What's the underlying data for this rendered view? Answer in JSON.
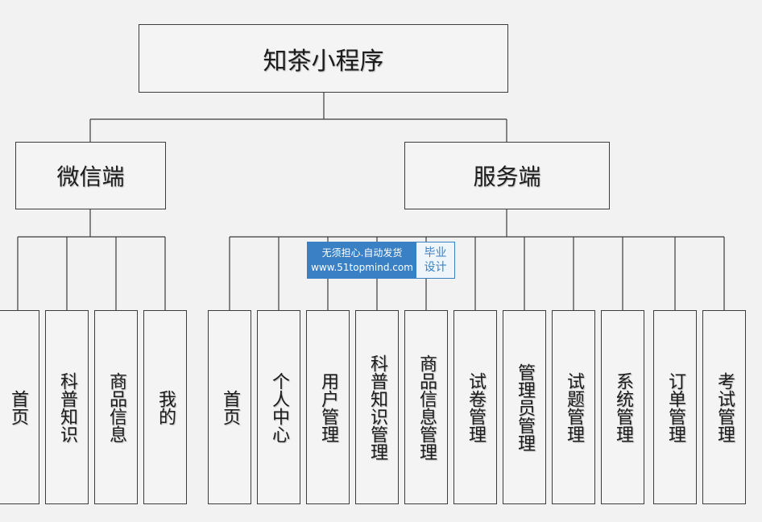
{
  "root": {
    "label": "知茶小程序"
  },
  "branches": [
    {
      "label": "微信端",
      "children": [
        "首页",
        "科普知识",
        "商品信息",
        "我的"
      ]
    },
    {
      "label": "服务端",
      "children": [
        "首页",
        "个人中心",
        "用户管理",
        "科普知识管理",
        "商品信息管理",
        "试卷管理",
        "管理员管理",
        "试题管理",
        "系统管理",
        "订单管理",
        "考试管理"
      ]
    }
  ],
  "watermark": {
    "line1": "无须担心.自动发货",
    "line2": "www.51topmind.com",
    "badge_line1": "毕业",
    "badge_line2": "设计"
  },
  "colors": {
    "line": "#3c3c3c",
    "watermark": "#3a80c4",
    "background": "#f2f2f2"
  }
}
